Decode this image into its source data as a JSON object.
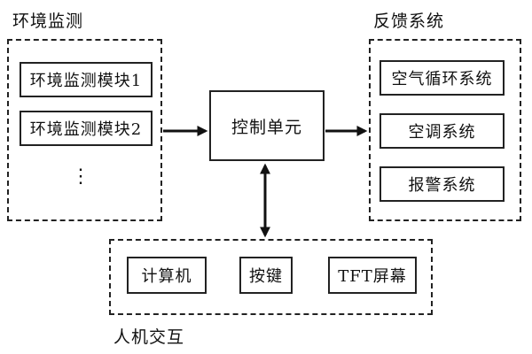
{
  "environment": {
    "title": "环境监测",
    "modules": [
      "环境监测模块1",
      "环境监测模块2"
    ],
    "more": "⋮"
  },
  "control": {
    "label": "控制单元"
  },
  "feedback": {
    "title": "反馈系统",
    "systems": [
      "空气循环系统",
      "空调系统",
      "报警系统"
    ]
  },
  "interaction": {
    "title": "人机交互",
    "devices": [
      "计算机",
      "按键",
      "TFT屏幕"
    ]
  },
  "colors": {
    "stroke": "#222222",
    "background": "#ffffff"
  }
}
